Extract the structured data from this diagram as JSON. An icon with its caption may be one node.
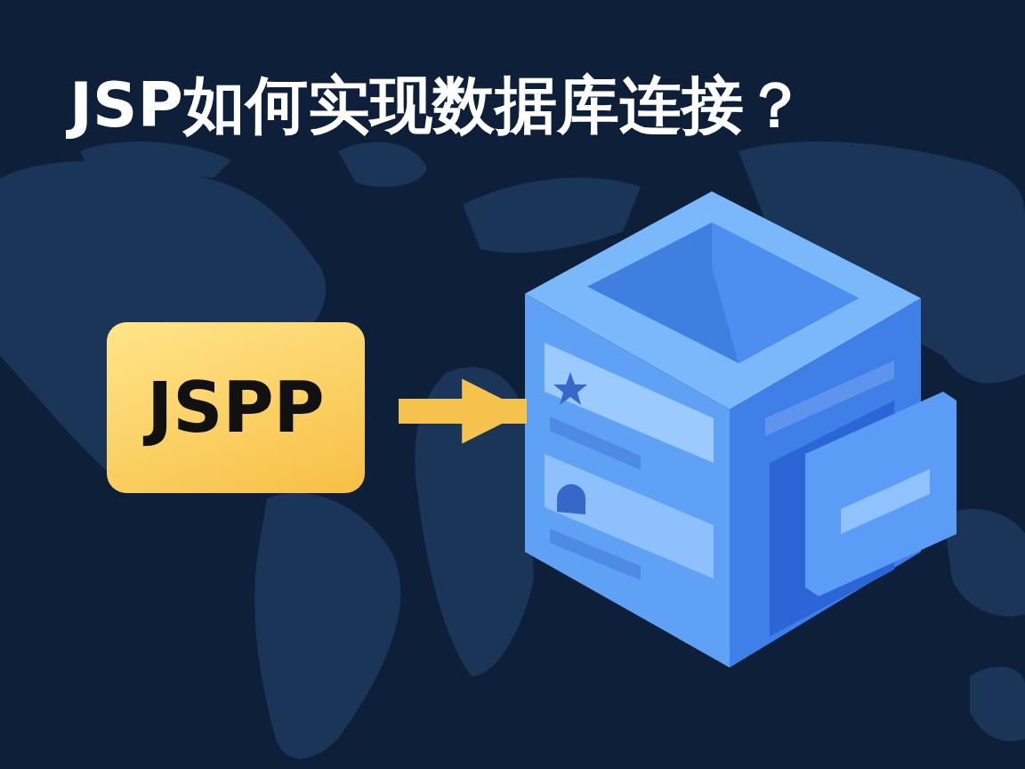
{
  "diagram": {
    "title": "JSP如何实现数据库连接？",
    "nodes": [
      {
        "text": [
          "JSPP"
        ]
      },
      {
        "text": [],
        "shape": "picture"
      }
    ],
    "edges": [
      {
        "from": 0,
        "to": 1,
        "arrow": "to"
      }
    ]
  }
}
